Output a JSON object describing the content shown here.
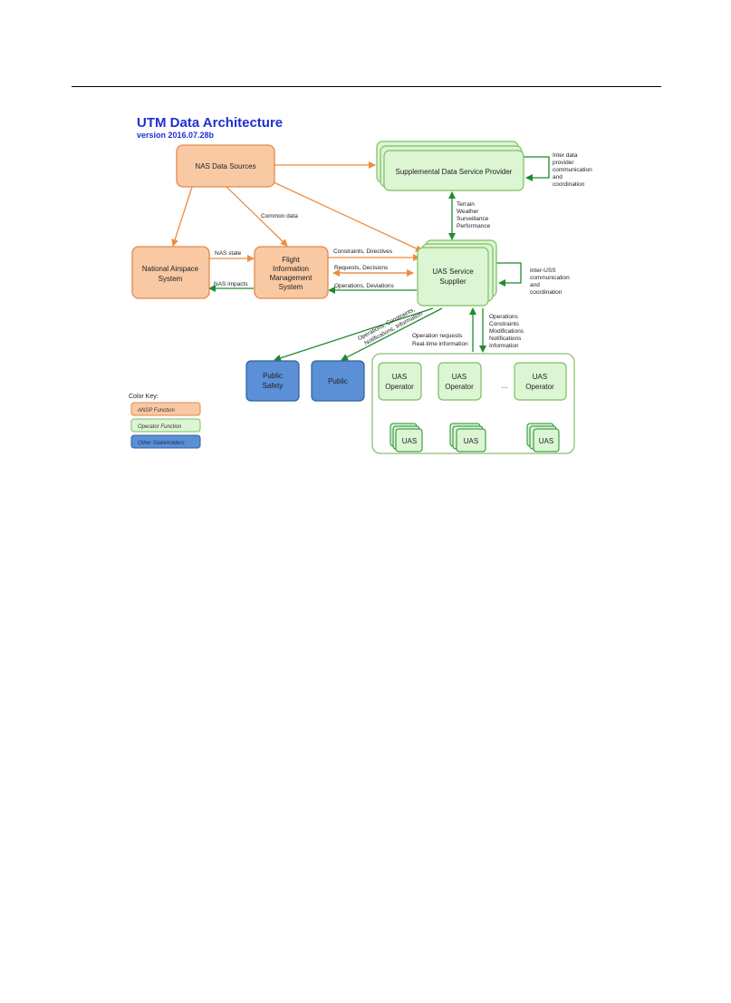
{
  "header": {
    "title": "UTM Data Architecture",
    "version": "version 2016.07.28b"
  },
  "colors": {
    "ansp_fill": "#f9c9a3",
    "ansp_stroke": "#e08a4f",
    "operator_fill": "#dcf5d3",
    "operator_stroke": "#7cbf62",
    "stakeholder_fill": "#5b8fd6",
    "stakeholder_stroke": "#2f5f9e",
    "orange_arrow": "#ef8c3f",
    "green_arrow": "#1e8c2e",
    "title_blue": "#1f2fd6"
  },
  "nodes": {
    "nas_data_sources": "NAS Data Sources",
    "sdsp": "Supplemental Data Service Provider",
    "national_airspace": [
      "National Airspace",
      "System"
    ],
    "fims": [
      "Flight",
      "Information",
      "Management",
      "System"
    ],
    "uss": [
      "UAS Service",
      "Supplier"
    ],
    "public_safety": [
      "Public",
      "Safety"
    ],
    "public": "Public",
    "uas_operator": [
      "UAS",
      "Operator"
    ],
    "uas": "UAS",
    "ellipsis": "..."
  },
  "edge_labels": {
    "common_data": "Common data",
    "nas_state": "NAS state",
    "nas_impacts": "NAS impacts",
    "constraints_directives": "Constraints, Directives",
    "requests_decisions": "Requests, Decisions",
    "operations_deviations": "Operations, Deviations",
    "inter_data_provider": [
      "Inter data",
      "provider",
      "communication",
      "and",
      "coordination"
    ],
    "inter_uss": [
      "Inter-USS",
      "communication",
      "and",
      "coordination"
    ],
    "terrain_block": [
      "Terrain",
      "Weather",
      "Surveillance",
      "Performance"
    ],
    "public_info": [
      "Operations, Constraints,",
      "Notifications, Information"
    ],
    "operation_requests": [
      "Operation requests",
      "Real-time information"
    ],
    "operations_block": [
      "Operations",
      "Constraints",
      "Modifications",
      "Notifications",
      "Information"
    ]
  },
  "color_key": {
    "title": "Color Key:",
    "ansp": "ANSP Function",
    "operator": "Operator Function",
    "stakeholders": "Other Stakeholders"
  }
}
